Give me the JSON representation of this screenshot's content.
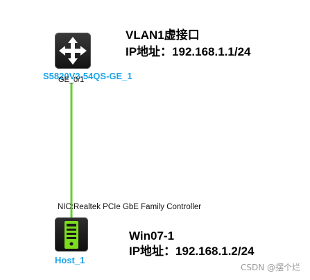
{
  "topology": {
    "switch": {
      "name": "S5820V2-54QS-GE_1",
      "port": "GE_0/1",
      "icon": "switch-arrows-icon",
      "note_title": "VLAN1虚接口",
      "note_ip": "IP地址：192.168.1.1/24"
    },
    "host": {
      "name": "Host_1",
      "nic": "NIC:Realtek PCIe GbE Family Controller",
      "icon": "pc-tower-icon",
      "note_title": "Win07-1",
      "note_ip": "IP地址：192.168.1.2/24"
    },
    "link": {
      "color": "#66cc33"
    }
  },
  "colors": {
    "device_label": "#1aa3e8",
    "link": "#66cc33",
    "pc_accent": "#7ddc1f",
    "device_body": "#1a1a1a"
  },
  "watermark": "CSDN @摆个烂"
}
